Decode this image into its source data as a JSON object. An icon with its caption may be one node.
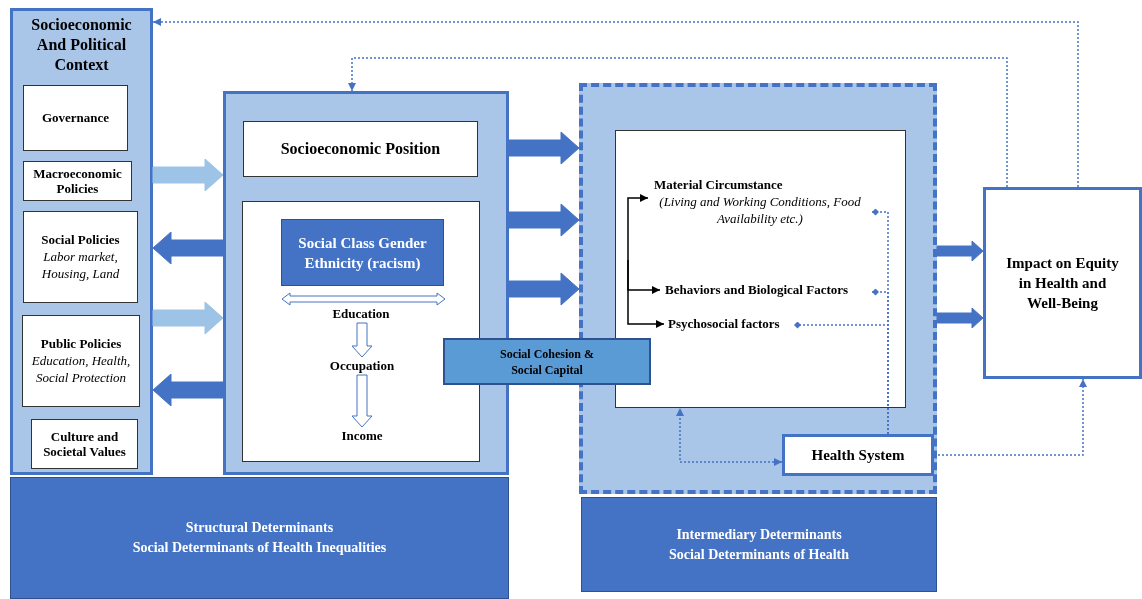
{
  "diagram": {
    "nodes": [
      {
        "text": [
          "Socioeconomic And Political Context"
        ]
      },
      {
        "text": [
          "Governance"
        ],
        "in": 0
      },
      {
        "text": [
          "Macroeconomic Policies"
        ],
        "in": 0
      },
      {
        "text": [
          "Social Policies",
          "Labor market, Housing, Land"
        ],
        "in": 0
      },
      {
        "text": [
          "Public Policies",
          "Education, Health, Social Protection"
        ],
        "in": 0
      },
      {
        "text": [
          "Culture and Societal Values"
        ],
        "in": 0
      },
      {
        "text": [],
        "shape": "box"
      },
      {
        "text": [
          "Socioeconomic Position"
        ],
        "in": 6
      },
      {
        "text": [],
        "shape": "box",
        "in": 6
      },
      {
        "text": [
          "Social Class Gender Ethnicity (racism)"
        ],
        "in": 8
      },
      {
        "text": [
          "Education"
        ],
        "in": 8
      },
      {
        "text": [
          "Occupation"
        ],
        "in": 8
      },
      {
        "text": [
          "Income"
        ],
        "in": 8
      },
      {
        "text": [
          "Social Cohesion & Social Capital"
        ]
      },
      {
        "text": [],
        "shape": "box"
      },
      {
        "text": [],
        "shape": "box",
        "in": 14
      },
      {
        "text": [
          "Material Circumstance",
          "(Living and Working Conditions, Food Availability etc.)"
        ],
        "in": 15
      },
      {
        "text": [
          "Behaviors and Biological Factors"
        ],
        "in": 15
      },
      {
        "text": [
          "Psychosocial factors"
        ],
        "in": 15
      },
      {
        "text": [
          "Health System"
        ],
        "in": 14
      },
      {
        "text": [
          "Impact on Equity in Health and Well-Being"
        ]
      },
      {
        "text": [
          "Structural Determinants",
          "Social Determinants of Health Inequalities"
        ]
      },
      {
        "text": [
          "Intermediary Determinants",
          "Social Determinants of Health"
        ]
      }
    ],
    "edges": [
      {
        "from": 0,
        "to": 6,
        "arrow": "to",
        "style": "thick",
        "color": "#9dc3e6"
      },
      {
        "from": 6,
        "to": 0,
        "arrow": "to",
        "style": "thick"
      },
      {
        "from": 0,
        "to": 6,
        "arrow": "to",
        "style": "thick",
        "color": "#9dc3e6"
      },
      {
        "from": 6,
        "to": 0,
        "arrow": "to",
        "style": "thick"
      },
      {
        "from": 6,
        "to": 14,
        "arrow": "to",
        "style": "thick"
      },
      {
        "from": 6,
        "to": 14,
        "arrow": "to",
        "style": "thick"
      },
      {
        "from": 6,
        "to": 14,
        "arrow": "to",
        "style": "thick"
      },
      {
        "from": 14,
        "to": 20,
        "arrow": "to",
        "style": "thick"
      },
      {
        "from": 14,
        "to": 20,
        "arrow": "to",
        "style": "thick"
      },
      {
        "from": 20,
        "to": 0,
        "arrow": "to",
        "style": "dashed"
      },
      {
        "from": 20,
        "to": 6,
        "arrow": "to",
        "style": "dashed"
      },
      {
        "from": 19,
        "to": 20,
        "arrow": "to",
        "style": "dashed"
      },
      {
        "from": 19,
        "to": 15,
        "arrow": "both",
        "style": "dashed"
      },
      {
        "from": 19,
        "to": 16,
        "arrow": "other",
        "style": "dashed"
      },
      {
        "from": 19,
        "to": 17,
        "arrow": "other",
        "style": "dashed"
      },
      {
        "from": 19,
        "to": 18,
        "arrow": "other",
        "style": "dashed"
      },
      {
        "from": null,
        "to": 16,
        "arrow": "to",
        "color": "#000000"
      },
      {
        "from": null,
        "to": 17,
        "arrow": "to",
        "color": "#000000"
      },
      {
        "from": null,
        "to": 18,
        "arrow": "to",
        "color": "#000000"
      },
      {
        "from": 10,
        "to": 11,
        "arrow": "to",
        "style": "thick",
        "color": "#ffffff"
      },
      {
        "from": 11,
        "to": 12,
        "arrow": "to",
        "style": "thick",
        "color": "#ffffff"
      }
    ]
  }
}
